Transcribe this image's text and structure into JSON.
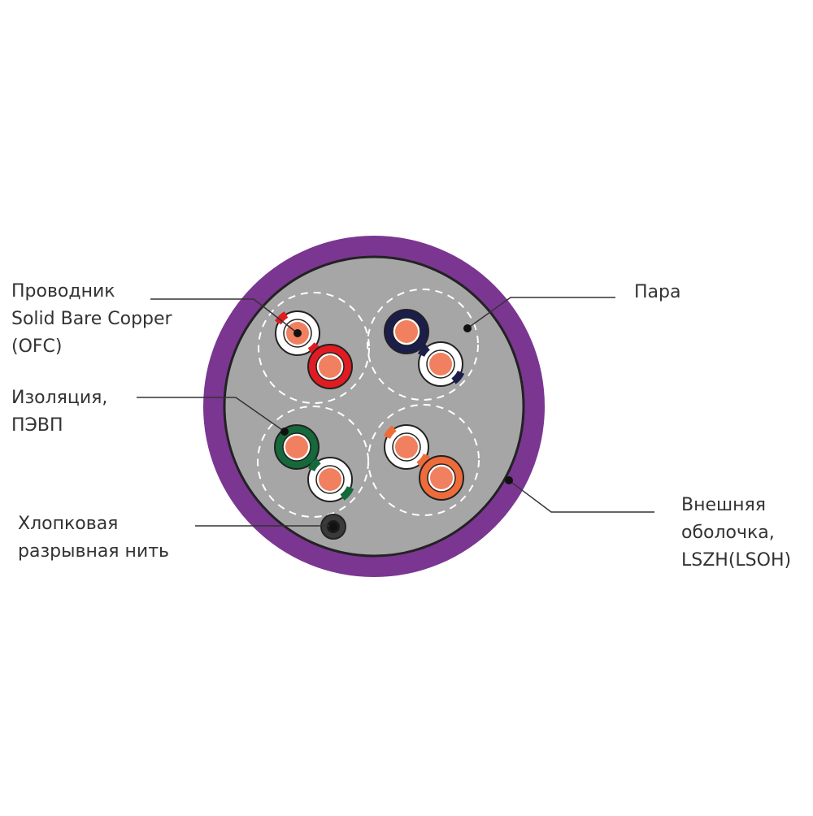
{
  "labels": {
    "conductor": [
      "Проводник",
      "Solid Bare Copper",
      "(OFC)"
    ],
    "insulation": [
      "Изоляция,",
      "ПЭВП"
    ],
    "rip_cord": [
      "Хлопковая",
      "разрывная нить"
    ],
    "pair": [
      "Пара"
    ],
    "jacket": [
      "Внешняя",
      "оболочка,",
      "LSZH(LSOH)"
    ]
  },
  "colors": {
    "jacket": "#7b3692",
    "core": "#a6a6a6",
    "copper": "#f08060",
    "outline": "#222222",
    "leader": "#333333",
    "pair_blue": "#1b1d4a",
    "pair_red": "#e11b22",
    "pair_green": "#15693a",
    "pair_orange": "#ee6b3a",
    "white": "#ffffff",
    "rip_cord": "#3a3a3a"
  },
  "pairs": [
    {
      "name": "orange",
      "solid": "pair_orange"
    },
    {
      "name": "red",
      "solid": "pair_red"
    },
    {
      "name": "blue",
      "solid": "pair_blue"
    },
    {
      "name": "green",
      "solid": "pair_green"
    }
  ]
}
